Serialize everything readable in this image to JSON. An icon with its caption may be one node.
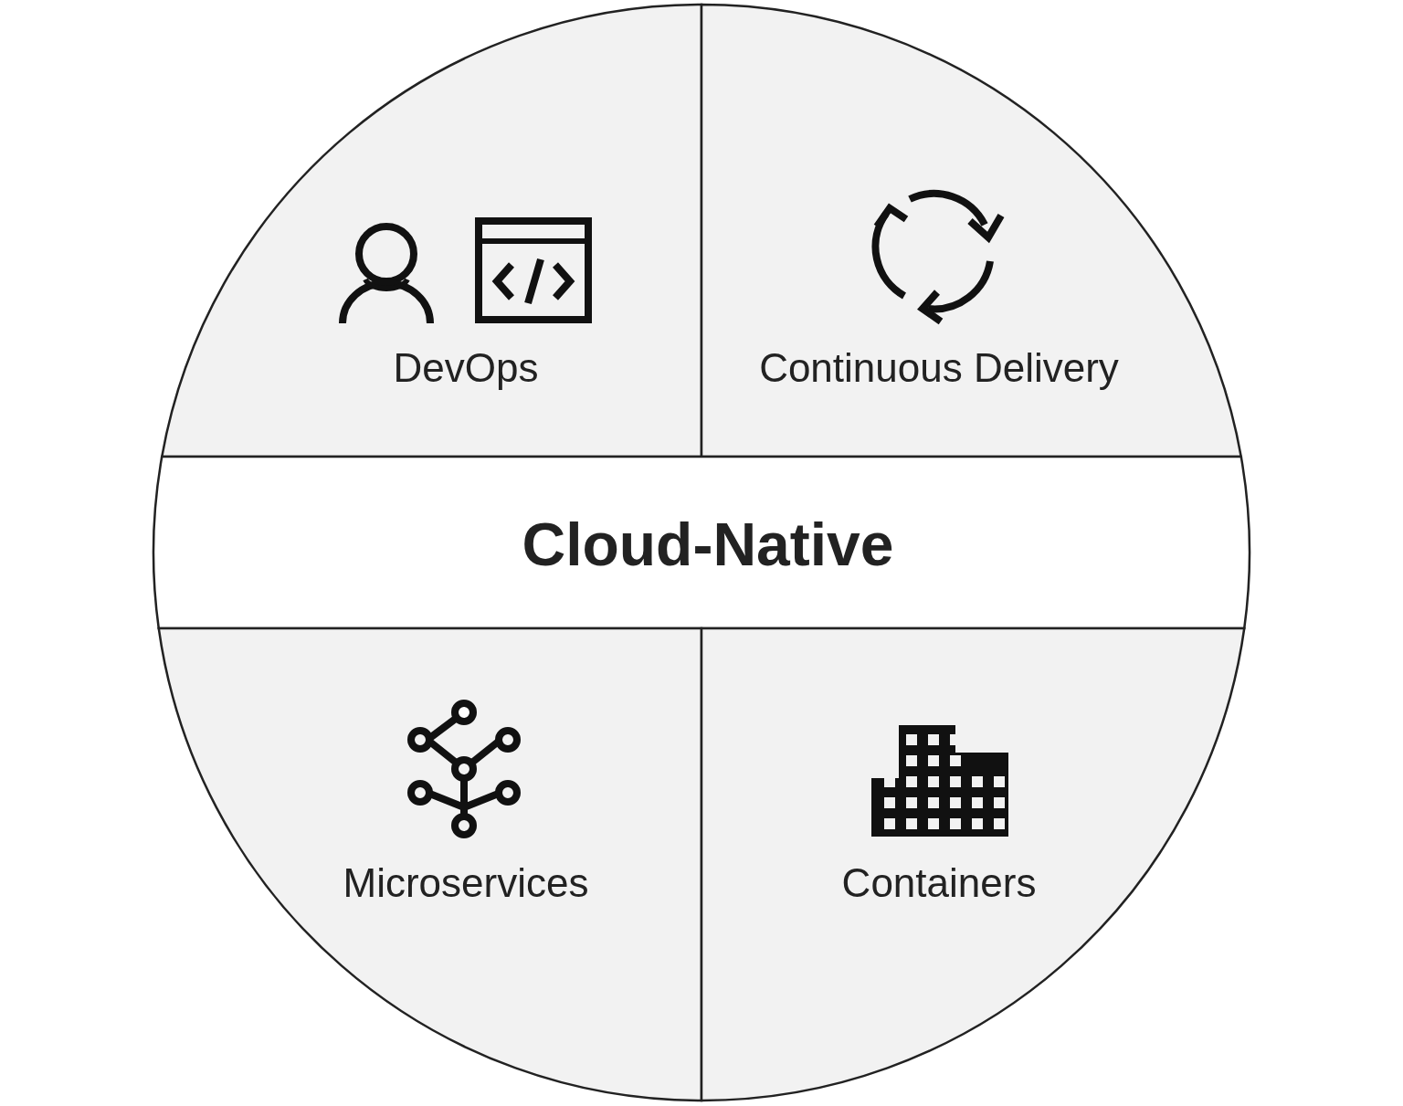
{
  "diagram": {
    "nodes": [
      {
        "text": [
          "DevOps"
        ]
      },
      {
        "text": [
          "Continuous Delivery"
        ]
      },
      {
        "text": [
          "Cloud-Native"
        ]
      },
      {
        "text": [
          "Microservices"
        ]
      },
      {
        "text": [
          "Containers"
        ]
      }
    ]
  }
}
